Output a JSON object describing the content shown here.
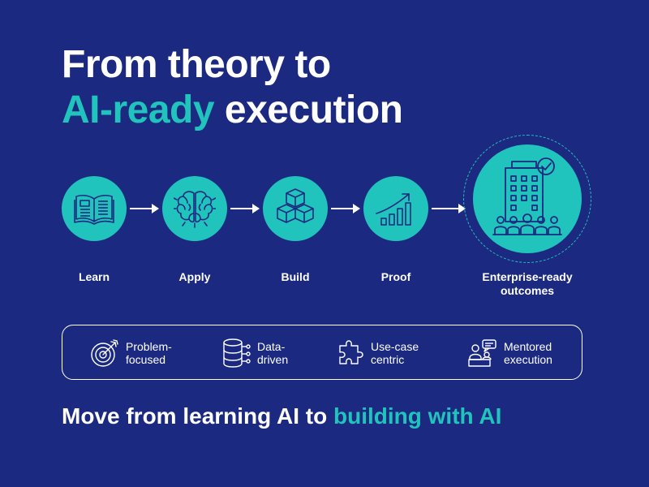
{
  "title": {
    "line1": "From theory to",
    "line2_accent": "AI-ready",
    "line2_rest": " execution"
  },
  "steps": [
    {
      "label": "Learn",
      "icon": "open-book-icon"
    },
    {
      "label": "Apply",
      "icon": "brain-icon"
    },
    {
      "label": "Build",
      "icon": "cubes-icon"
    },
    {
      "label": "Proof",
      "icon": "growth-chart-icon"
    },
    {
      "label": "Enterprise-ready\noutcomes",
      "icon": "enterprise-building-team-icon"
    }
  ],
  "features": [
    {
      "label": "Problem-\nfocused",
      "icon": "target-icon"
    },
    {
      "label": "Data-\ndriven",
      "icon": "database-icon"
    },
    {
      "label": "Use-case\ncentric",
      "icon": "puzzle-icon"
    },
    {
      "label": "Mentored\nexecution",
      "icon": "mentor-icon"
    }
  ],
  "tagline": {
    "plain": "Move from learning AI to ",
    "accent": "building with AI"
  },
  "colors": {
    "background": "#1b2a80",
    "accent": "#20c4bd",
    "text": "#ffffff"
  }
}
